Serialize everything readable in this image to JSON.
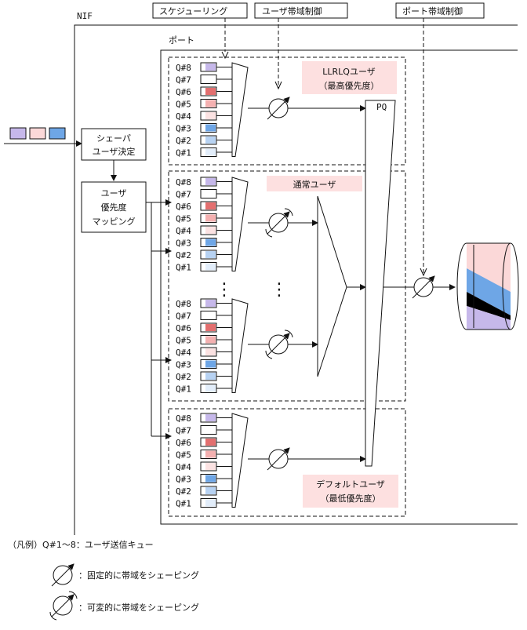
{
  "callouts": {
    "scheduling": "スケジューリング",
    "user_bw_control": "ユーザ帯域制御",
    "port_bw_control": "ポート帯域制御"
  },
  "labels": {
    "nif": "NIF",
    "port": "ポート",
    "shaper_line1": "シェーパ",
    "shaper_line2": "ユーザ決定",
    "mapping_line1": "ユーザ",
    "mapping_line2": "優先度",
    "mapping_line3": "マッピング",
    "pq": "PQ",
    "ellipsis": "⋮"
  },
  "groups": {
    "llrlq_line1": "LLRLQユーザ",
    "llrlq_line2": "（最高優先度）",
    "normal": "通常ユーザ",
    "default_line1": "デフォルトユーザ",
    "default_line2": "（最低優先度）"
  },
  "queues": [
    {
      "label": "Q#8",
      "color": "#c6b8ea"
    },
    {
      "label": "Q#7",
      "color": "#ffffff"
    },
    {
      "label": "Q#6",
      "color": "#e36f6f"
    },
    {
      "label": "Q#5",
      "color": "#f4b0b0"
    },
    {
      "label": "Q#4",
      "color": "#fbe2e2"
    },
    {
      "label": "Q#3",
      "color": "#6ea6e6"
    },
    {
      "label": "Q#2",
      "color": "#b7d2f2"
    },
    {
      "label": "Q#1",
      "color": "#e2edfa"
    }
  ],
  "input_packets": [
    "#c6b8ea",
    "#fbd8d8",
    "#6ea6e6"
  ],
  "legend": {
    "title": "（凡例）Q#1～8：ユーザ送信キュー",
    "fixed": "：固定的に帯域をシェーピング",
    "variable": "：可変的に帯域をシェーピング"
  },
  "colors": {
    "group_label_bg": "#fde0e0",
    "drum_pink": "#fbd8d8",
    "drum_blue": "#6ea6e6",
    "drum_black": "#000000",
    "drum_purple": "#c6b8ea"
  }
}
